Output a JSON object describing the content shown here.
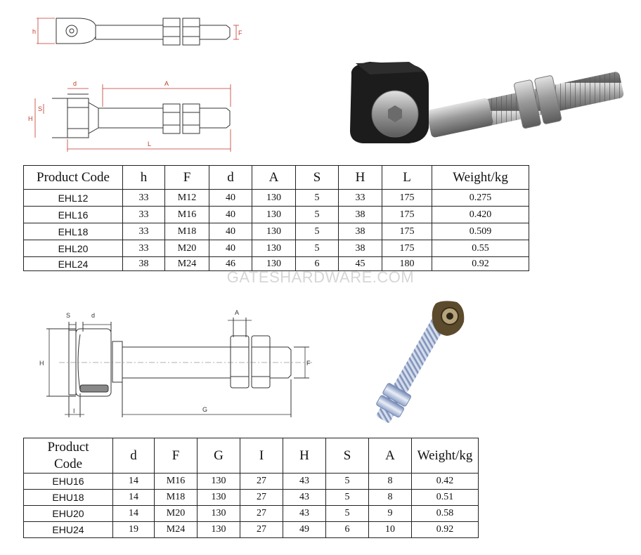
{
  "watermark": "GATESHARDWARE.COM",
  "drawing1_labels": {
    "h": "h",
    "F": "F",
    "d": "d",
    "A": "A",
    "S": "S",
    "H": "H",
    "L": "L"
  },
  "drawing2_labels": {
    "S": "S",
    "d": "d",
    "A": "A",
    "H": "H",
    "F": "F",
    "I": "I",
    "G": "G"
  },
  "table1": {
    "headers": [
      "Product Code",
      "h",
      "F",
      "d",
      "A",
      "S",
      "H",
      "L",
      "Weight/kg"
    ],
    "rows": [
      [
        "EHL12",
        "33",
        "M12",
        "40",
        "130",
        "5",
        "33",
        "175",
        "0.275"
      ],
      [
        "EHL16",
        "33",
        "M16",
        "40",
        "130",
        "5",
        "38",
        "175",
        "0.420"
      ],
      [
        "EHL18",
        "33",
        "M18",
        "40",
        "130",
        "5",
        "38",
        "175",
        "0.509"
      ],
      [
        "EHL20",
        "33",
        "M20",
        "40",
        "130",
        "5",
        "38",
        "175",
        "0.55"
      ],
      [
        "EHL24",
        "38",
        "M24",
        "46",
        "130",
        "6",
        "45",
        "180",
        "0.92"
      ]
    ]
  },
  "table2": {
    "headers": [
      "Product\nCode",
      "d",
      "F",
      "G",
      "I",
      "H",
      "S",
      "A",
      "Weight/kg"
    ],
    "rows": [
      [
        "EHU16",
        "14",
        "M16",
        "130",
        "27",
        "43",
        "5",
        "8",
        "0.42"
      ],
      [
        "EHU18",
        "14",
        "M18",
        "130",
        "27",
        "43",
        "5",
        "8",
        "0.51"
      ],
      [
        "EHU20",
        "14",
        "M20",
        "130",
        "27",
        "43",
        "5",
        "9",
        "0.58"
      ],
      [
        "EHU24",
        "19",
        "M24",
        "130",
        "27",
        "49",
        "6",
        "10",
        "0.92"
      ]
    ]
  }
}
